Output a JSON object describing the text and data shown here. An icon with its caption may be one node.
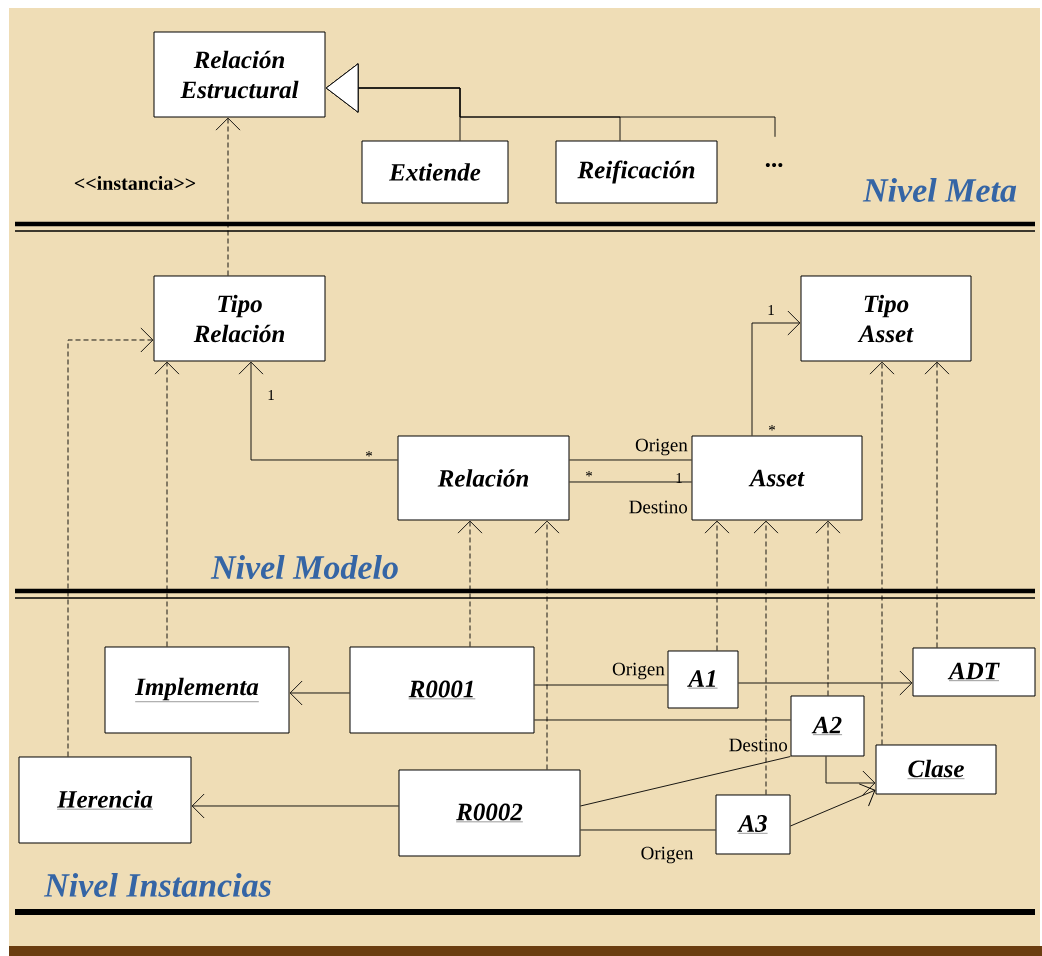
{
  "diagram": {
    "nodes": [
      {
        "text": [
          "Relación Estructural"
        ]
      },
      {
        "text": [
          "Extiende"
        ]
      },
      {
        "text": [
          "Reificación"
        ]
      },
      {
        "text": [
          "..."
        ]
      },
      {
        "text": [
          "Tipo Relación"
        ]
      },
      {
        "text": [
          "Tipo Asset"
        ]
      },
      {
        "text": [
          "Relación"
        ]
      },
      {
        "text": [
          "Asset"
        ]
      },
      {
        "text": [
          "Implementa"
        ]
      },
      {
        "text": [
          "R0001"
        ]
      },
      {
        "text": [
          "A1"
        ]
      },
      {
        "text": [
          "ADT"
        ]
      },
      {
        "text": [
          "A2"
        ]
      },
      {
        "text": [
          "Clase"
        ]
      },
      {
        "text": [
          "Herencia"
        ]
      },
      {
        "text": [
          "R0002"
        ]
      },
      {
        "text": [
          "A3"
        ]
      }
    ],
    "edges": [
      {
        "from": 1,
        "to": 0,
        "arrow": "to"
      },
      {
        "from": 2,
        "to": 0,
        "arrow": "to"
      },
      {
        "from": 3,
        "to": 0,
        "arrow": "to"
      },
      {
        "from": 4,
        "to": 0,
        "arrow": "to",
        "style": "dashed",
        "label": "<<instancia>>"
      },
      {
        "from": 8,
        "to": 4,
        "arrow": "to",
        "style": "dashed"
      },
      {
        "from": 14,
        "to": 4,
        "arrow": "to",
        "style": "dashed"
      },
      {
        "from": 6,
        "to": 4,
        "arrow": "to"
      },
      {
        "from": 7,
        "to": 5,
        "arrow": "to"
      },
      {
        "from": 6,
        "to": 7,
        "arrow": "none",
        "label": "Origen"
      },
      {
        "from": 6,
        "to": 7,
        "arrow": "none",
        "label": "Destino"
      },
      {
        "from": 9,
        "to": 6,
        "arrow": "to",
        "style": "dashed"
      },
      {
        "from": 15,
        "to": 6,
        "arrow": "to",
        "style": "dashed"
      },
      {
        "from": 10,
        "to": 7,
        "arrow": "to",
        "style": "dashed"
      },
      {
        "from": 16,
        "to": 7,
        "arrow": "to",
        "style": "dashed"
      },
      {
        "from": 12,
        "to": 7,
        "arrow": "to",
        "style": "dashed"
      },
      {
        "from": 13,
        "to": 5,
        "arrow": "to",
        "style": "dashed"
      },
      {
        "from": 11,
        "to": 5,
        "arrow": "to",
        "style": "dashed"
      },
      {
        "from": 9,
        "to": 8,
        "arrow": "to"
      },
      {
        "from": 9,
        "to": 10,
        "arrow": "none",
        "label": "Origen"
      },
      {
        "from": 9,
        "to": 12,
        "arrow": "none",
        "label": "Destino"
      },
      {
        "from": 10,
        "to": 11,
        "arrow": "to"
      },
      {
        "from": 12,
        "to": 13,
        "arrow": "to"
      },
      {
        "from": 15,
        "to": 14,
        "arrow": "to"
      },
      {
        "from": 15,
        "to": 12,
        "arrow": "none"
      },
      {
        "from": 15,
        "to": 16,
        "arrow": "none",
        "label": "Origen"
      },
      {
        "from": 16,
        "to": 13,
        "arrow": "to"
      }
    ],
    "labels": [
      "Nivel Meta",
      "1",
      "1",
      "*",
      "*",
      "*",
      "1",
      "Nivel Modelo",
      "Nivel Instancias"
    ]
  }
}
